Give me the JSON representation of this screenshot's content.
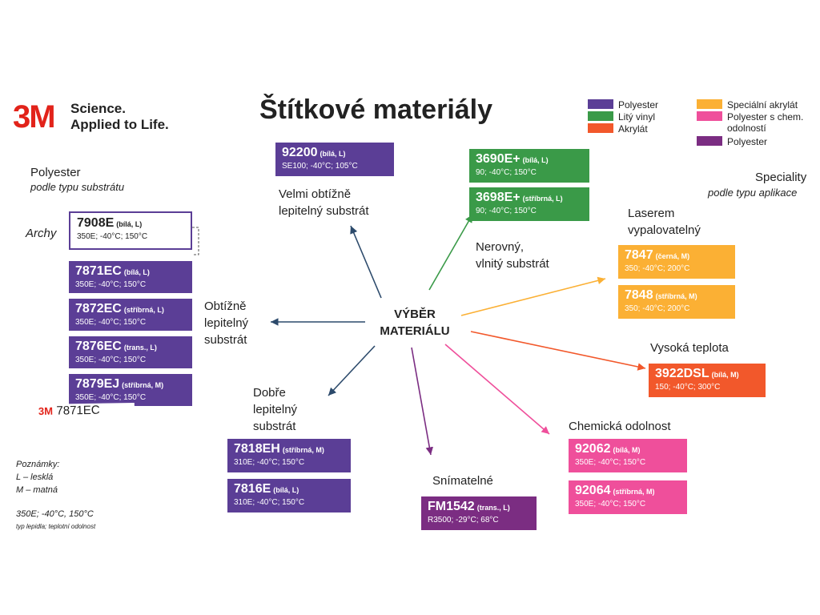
{
  "header": {
    "logo_mark": "3M",
    "logo_line1": "Science.",
    "logo_line2": "Applied to Life.",
    "title": "Štítkové materiály"
  },
  "legend": {
    "col1": [
      {
        "label": "Polyester",
        "color": "#5b3e96"
      },
      {
        "label": "Litý vinyl",
        "color": "#3a9a48"
      },
      {
        "label": "Akrylát",
        "color": "#f2582b"
      }
    ],
    "col2": [
      {
        "label": "Speciální akrylát",
        "color": "#fbb034"
      },
      {
        "label": "Polyester s chem. odolností",
        "color": "#ef4f9b"
      },
      {
        "label": "Polyester",
        "color": "#7b2d82"
      }
    ]
  },
  "left_section": {
    "title": "Polyester",
    "subtitle": "podle typu substrátu",
    "archy": "Archy"
  },
  "right_section": {
    "title": "Speciality",
    "subtitle": "podle typu aplikace"
  },
  "center": {
    "line1": "VÝBĚR",
    "line2": "MATERIÁLU"
  },
  "categories": {
    "very_difficult": [
      "Velmi obtížně",
      "lepitelný substrát"
    ],
    "uneven": [
      "Nerovný,",
      "vlnitý substrát"
    ],
    "laser": [
      "Laserem",
      "vypalovatelný"
    ],
    "high_temp": "Vysoká teplota",
    "chemical": "Chemická odolnost",
    "removable": "Snímatelné",
    "good": [
      "Dobře",
      "lepitelný",
      "substrát"
    ],
    "difficult": [
      "Obtížně",
      "lepitelný",
      "substrát"
    ]
  },
  "products": {
    "p7908E": {
      "code": "7908E",
      "qual": "(bílá, L)",
      "spec": "350E; -40°C; 150°C",
      "color": "#5b3e96"
    },
    "p7871EC": {
      "code": "7871EC",
      "qual": "(bílá, L)",
      "spec": "350E; -40°C; 150°C",
      "color": "#5b3e96"
    },
    "p7872EC": {
      "code": "7872EC",
      "qual": "(stříbrná, L)",
      "spec": "350E; -40°C; 150°C",
      "color": "#5b3e96"
    },
    "p7876EC": {
      "code": "7876EC",
      "qual": "(trans., L)",
      "spec": "350E; -40°C; 150°C",
      "color": "#5b3e96"
    },
    "p7879EJ": {
      "code": "7879EJ",
      "qual": "(stříbrná, M)",
      "spec": "350E; -40°C; 150°C",
      "color": "#5b3e96"
    },
    "p92200": {
      "code": "92200",
      "qual": "(bílá, L)",
      "spec": "SE100; -40°C; 105°C",
      "color": "#5b3e96"
    },
    "p3690E": {
      "code": "3690E+",
      "qual": "(bílá, L)",
      "spec": "90; -40°C; 150°C",
      "color": "#3a9a48"
    },
    "p3698E": {
      "code": "3698E+",
      "qual": "(stříbrná, L)",
      "spec": "90; -40°C; 150°C",
      "color": "#3a9a48"
    },
    "p7847": {
      "code": "7847",
      "qual": "(černá, M)",
      "spec": "350; -40°C; 200°C",
      "color": "#fbb034"
    },
    "p7848": {
      "code": "7848",
      "qual": "(stříbrná, M)",
      "spec": "350; -40°C; 200°C",
      "color": "#fbb034"
    },
    "p3922DSL": {
      "code": "3922DSL",
      "qual": "(bílá, M)",
      "spec": "150; -40°C; 300°C",
      "color": "#f2582b"
    },
    "p92062": {
      "code": "92062",
      "qual": "(bílá, M)",
      "spec": "350E; -40°C; 150°C",
      "color": "#ef4f9b"
    },
    "p92064": {
      "code": "92064",
      "qual": "(stříbrná, M)",
      "spec": "350E; -40°C; 150°C",
      "color": "#ef4f9b"
    },
    "p7818EH": {
      "code": "7818EH",
      "qual": "(stříbrná, M)",
      "spec": "310E; -40°C; 150°C",
      "color": "#5b3e96"
    },
    "p7816E": {
      "code": "7816E",
      "qual": "(bílá, L)",
      "spec": "310E; -40°C; 150°C",
      "color": "#5b3e96"
    },
    "pFM1542": {
      "code": "FM1542",
      "qual": "(trans., L)",
      "spec": "R3500; -29°C; 68°C",
      "color": "#7b2d82"
    }
  },
  "sample_label": {
    "mark": "3M",
    "text": "7871EC"
  },
  "notes": {
    "title": "Poznámky:",
    "l": "L – lesklá",
    "m": "M – matná",
    "example": "350E; -40°C, 150°C",
    "example_desc": "typ lepidla; teplotní odolnost"
  },
  "arrow_colors": {
    "navy": "#2c4a6b",
    "green": "#3a9a48",
    "orange": "#fbb034",
    "red": "#f2582b",
    "pink": "#ef4f9b",
    "purple": "#7b2d82"
  }
}
